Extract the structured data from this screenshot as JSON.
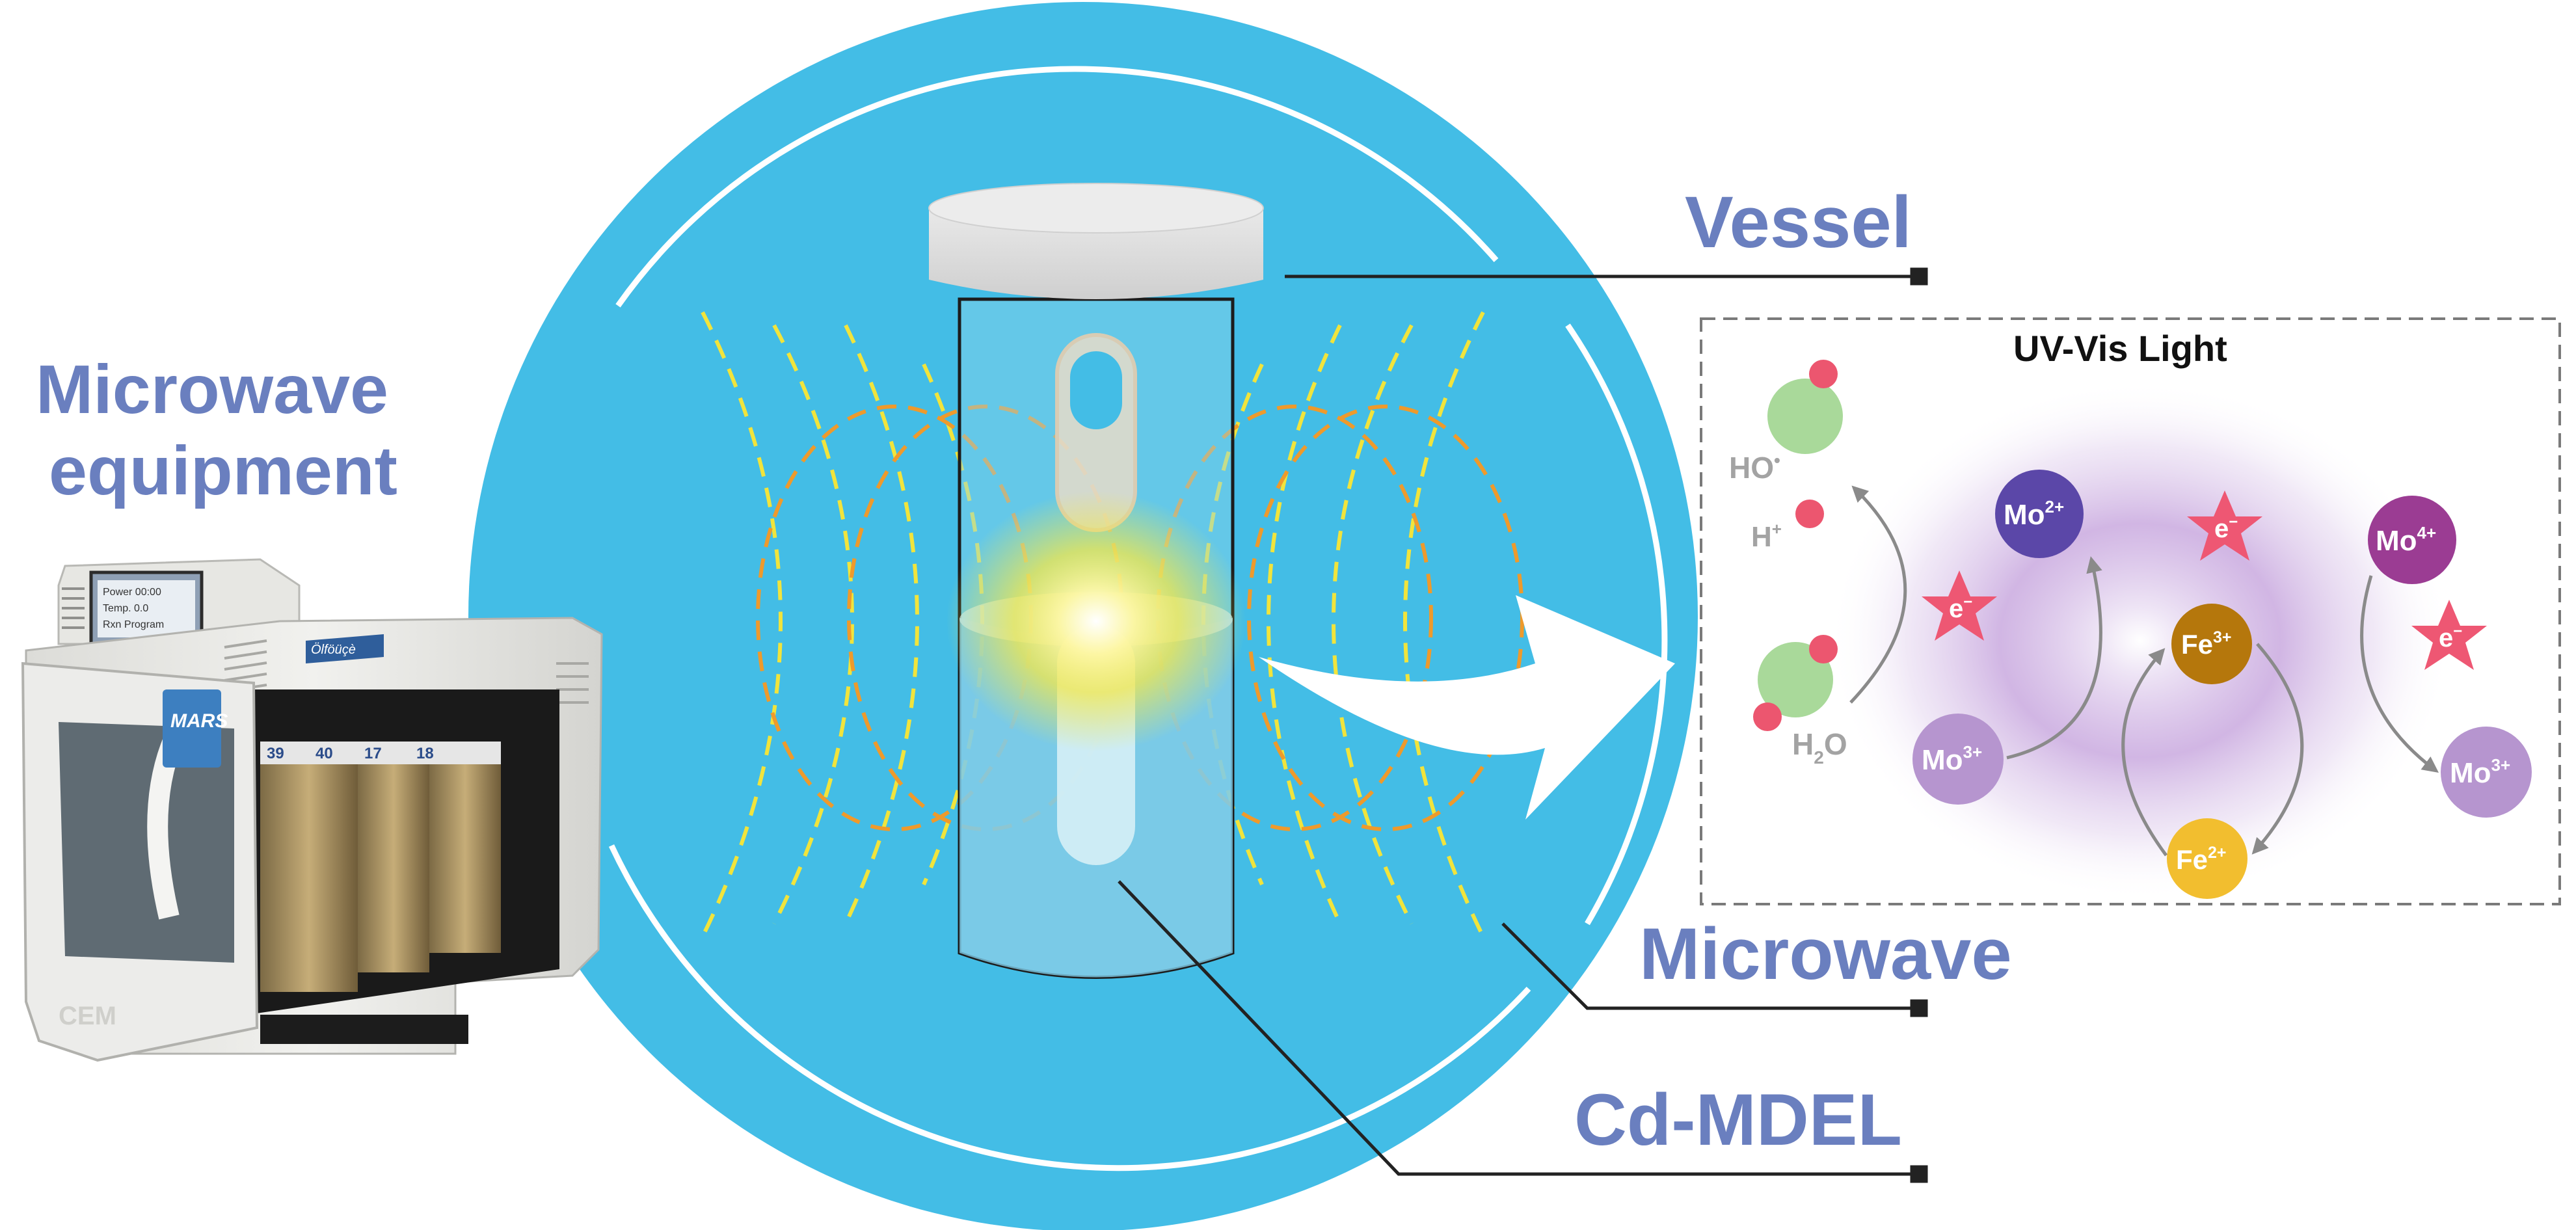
{
  "labels": {
    "microwave_equipment_line1": "Microwave",
    "microwave_equipment_line2": "equipment",
    "vessel": "Vessel",
    "microwave": "Microwave",
    "cd_mdel": "Cd-MDEL",
    "uv_vis_light": "UV-Vis Light"
  },
  "oven": {
    "brand": "Ölföüçè",
    "model": "MARS",
    "rotor_numbers": [
      "39",
      "40",
      "17",
      "18"
    ],
    "screen_lines": [
      "Power 00:00",
      "Temp. 0.0",
      "Rxn Program"
    ]
  },
  "reaction": {
    "radical": "HO",
    "radical_dot": "•",
    "proton": "H",
    "proton_sup": "+",
    "water": "H",
    "water_sub": "2",
    "water_tail": "O",
    "electron": "e",
    "electron_sup": "−",
    "ions": [
      {
        "id": "mo2",
        "base": "Mo",
        "sup": "2+",
        "color": "#5b47a8"
      },
      {
        "id": "mo4",
        "base": "Mo",
        "sup": "4+",
        "color": "#9b3c93"
      },
      {
        "id": "fe3",
        "base": "Fe",
        "sup": "3+",
        "color": "#b5770c"
      },
      {
        "id": "mo3a",
        "base": "Mo",
        "sup": "3+",
        "color": "#b695cf"
      },
      {
        "id": "mo3b",
        "base": "Mo",
        "sup": "3+",
        "color": "#b695cf"
      },
      {
        "id": "fe2",
        "base": "Fe",
        "sup": "2+",
        "color": "#f2be2f"
      }
    ]
  },
  "colors": {
    "circle": "#43bde6",
    "label": "#6a7fbf",
    "wave_yellow": "#f1e43c",
    "wave_orange": "#ee9a2c",
    "electron_star": "#ee5773",
    "oh_green": "#a9d99a",
    "h_red": "#ec566f"
  }
}
